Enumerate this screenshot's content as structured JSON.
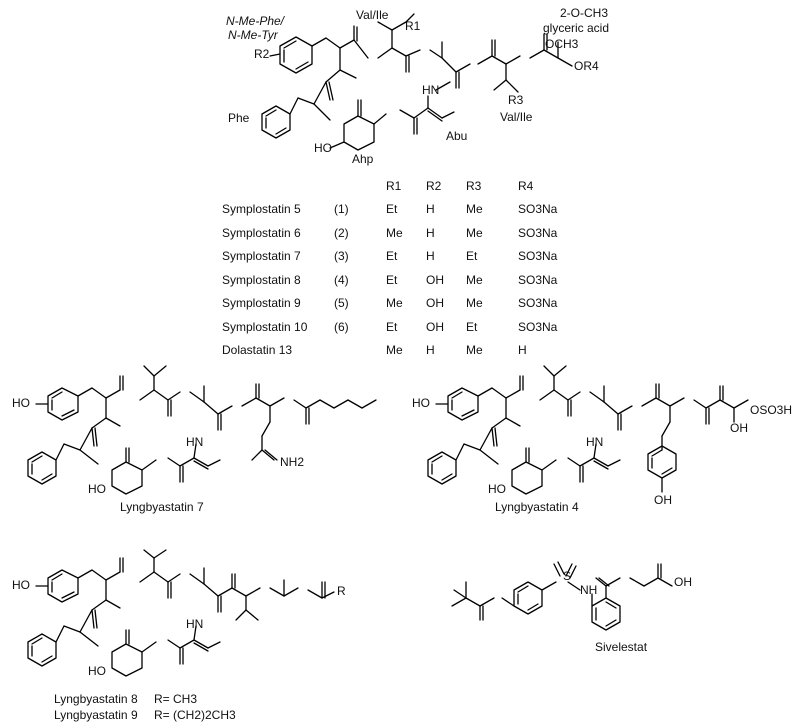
{
  "symplostatin_core": {
    "labels": {
      "nmephe": "N-Me-Phe/",
      "nmetyr": "N-Me-Tyr",
      "r2": "R2",
      "valile_top": "Val/Ile",
      "r1": "R1",
      "glyceric_1": "2-O-CH3",
      "glyceric_2": "glyceric acid",
      "och3": "OCH3",
      "or4": "OR4",
      "phe": "Phe",
      "abu": "Abu",
      "r3": "R3",
      "valile_right": "Val/Ile",
      "ho": "HO",
      "ahp": "Ahp",
      "nh_1": "N",
      "nh_2": "H",
      "hn": "HN",
      "n_methyl": "N",
      "o1": "O",
      "o2": "O",
      "o3": "O",
      "o4": "O",
      "o5": "O",
      "o6": "O",
      "o7": "O"
    }
  },
  "table": {
    "headers": [
      "R1",
      "R2",
      "R3",
      "R4"
    ],
    "rows": [
      {
        "name": "Symplostatin 5",
        "id": "(1)",
        "r1": "Et",
        "r2": "H",
        "r3": "Me",
        "r4": "SO3Na"
      },
      {
        "name": "Symplostatin 6",
        "id": "(2)",
        "r1": "Me",
        "r2": "H",
        "r3": "Me",
        "r4": "SO3Na"
      },
      {
        "name": "Symplostatin 7",
        "id": "(3)",
        "r1": "Et",
        "r2": "H",
        "r3": "Et",
        "r4": "SO3Na"
      },
      {
        "name": "Symplostatin 8",
        "id": "(4)",
        "r1": "Et",
        "r2": "OH",
        "r3": "Me",
        "r4": "SO3Na"
      },
      {
        "name": "Symplostatin 9",
        "id": "(5)",
        "r1": "Me",
        "r2": "OH",
        "r3": "Me",
        "r4": "SO3Na"
      },
      {
        "name": "Symplostatin 10",
        "id": "(6)",
        "r1": "Et",
        "r2": "OH",
        "r3": "Et",
        "r4": "SO3Na"
      },
      {
        "name": "Dolastatin 13",
        "id": "",
        "r1": "Me",
        "r2": "H",
        "r3": "Me",
        "r4": "H"
      }
    ]
  },
  "lyngbyastatin7": {
    "caption": "Lyngbyastatin 7",
    "ho": "HO",
    "ho_ring": "HO",
    "nh2": "NH2",
    "hn": "HN"
  },
  "lyngbyastatin4": {
    "caption": "Lyngbyastatin 4",
    "ho": "HO",
    "ho_ring": "HO",
    "oh_bottom": "OH",
    "oh_side": "OH",
    "oso3h": "OSO3H",
    "hn": "HN"
  },
  "lyngbyastatin89": {
    "ho": "HO",
    "ho_ring": "HO",
    "r": "R",
    "hn": "HN",
    "caption_8": "Lyngbyastatin 8",
    "formula_8": "R= CH3",
    "caption_9": "Lyngbyastatin 9",
    "formula_9": "R= (CH2)2CH3"
  },
  "sivelestat": {
    "caption": "Sivelestat",
    "oh": "OH",
    "nh": "NH",
    "s": "S"
  }
}
